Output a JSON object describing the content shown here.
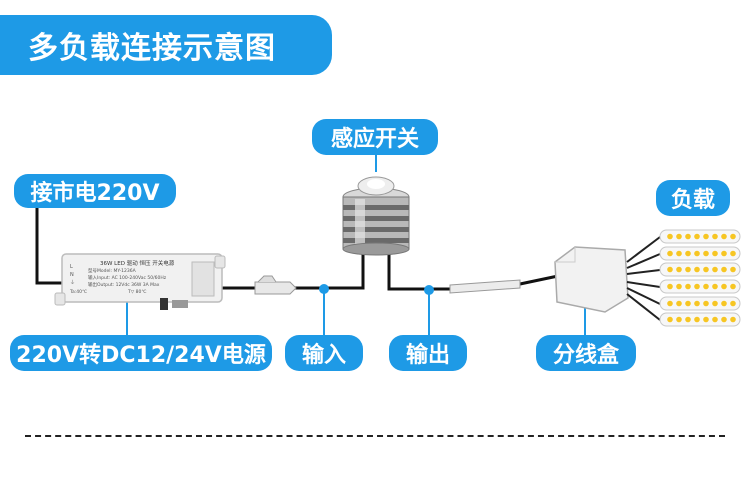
{
  "title": "多负载连接示意图",
  "labels": {
    "mains": "接市电220V",
    "sensor": "感应开关",
    "load": "负载",
    "power": "220V转DC12/24V电源",
    "input": "输入",
    "output": "输出",
    "splitter": "分线盒"
  },
  "psu_label": {
    "line1": "36W LED 驱动 恒压 开关电源",
    "line2": "型号Model: MY-1236A",
    "line3": "输入Input: AC 100-240Vac 50/60Hz",
    "line4": "输出Output: 12Vdc 36W 3A Max",
    "line5": "Ta:40℃",
    "line6": "T▽ 80℃",
    "terminal1": "L",
    "terminal2": "N",
    "terminal3": "⏚"
  },
  "colors": {
    "accent": "#1e9ae6",
    "wire": "#111111",
    "led": "#f7c623"
  }
}
